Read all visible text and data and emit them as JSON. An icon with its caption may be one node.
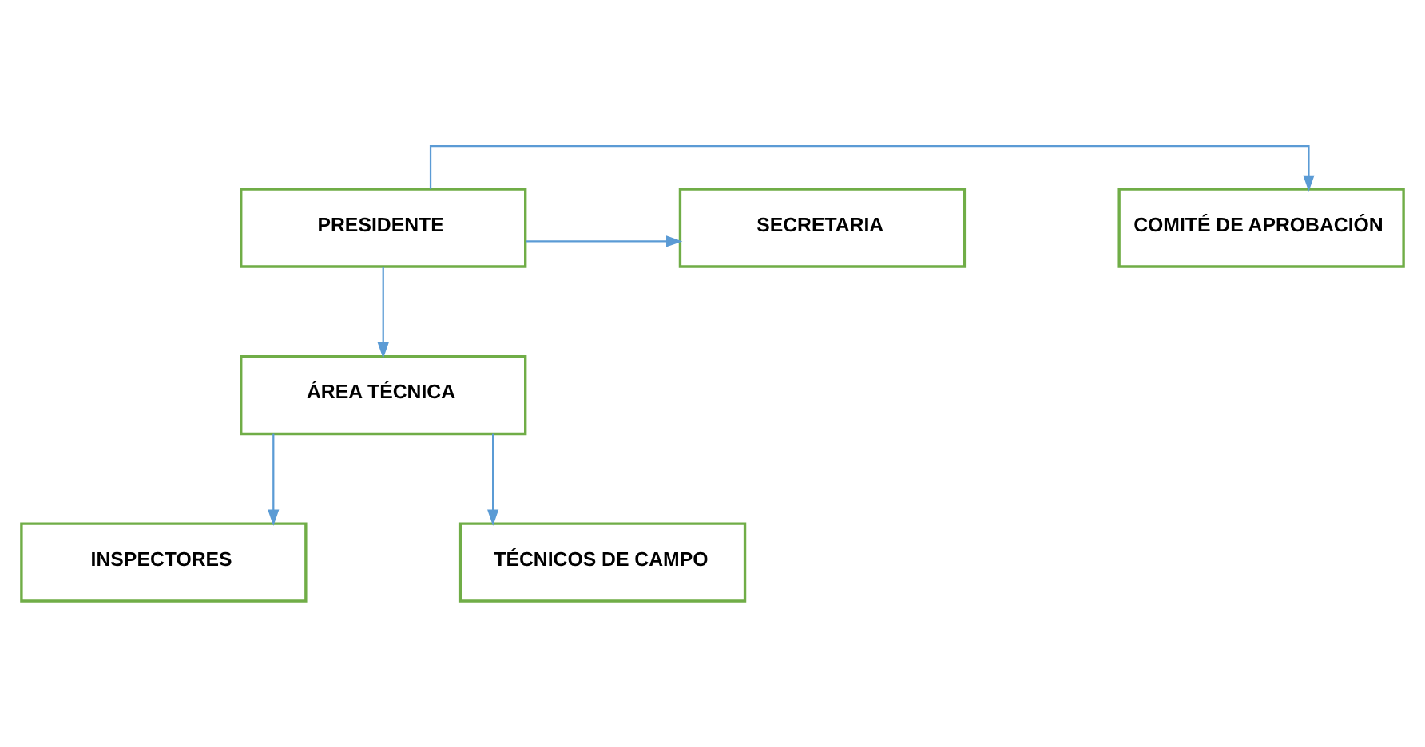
{
  "diagram": {
    "nodes": [
      {
        "text": [
          "PRESIDENTE"
        ]
      },
      {
        "text": [
          "COMITÉ DE APROBACIÓN"
        ]
      },
      {
        "text": [
          "SECRETARIA"
        ]
      },
      {
        "text": [
          "ÁREA TÉCNICA"
        ]
      },
      {
        "text": [
          "INSPECTORES"
        ]
      },
      {
        "text": [
          "TÉCNICOS DE CAMPO"
        ]
      }
    ],
    "edges": [
      {
        "from": 0,
        "to": 1,
        "arrow": "to"
      },
      {
        "from": 0,
        "to": 2,
        "arrow": "to"
      },
      {
        "from": 0,
        "to": 3,
        "arrow": "to"
      },
      {
        "from": 3,
        "to": 4,
        "arrow": "to"
      },
      {
        "from": 3,
        "to": 5,
        "arrow": "to"
      }
    ]
  }
}
